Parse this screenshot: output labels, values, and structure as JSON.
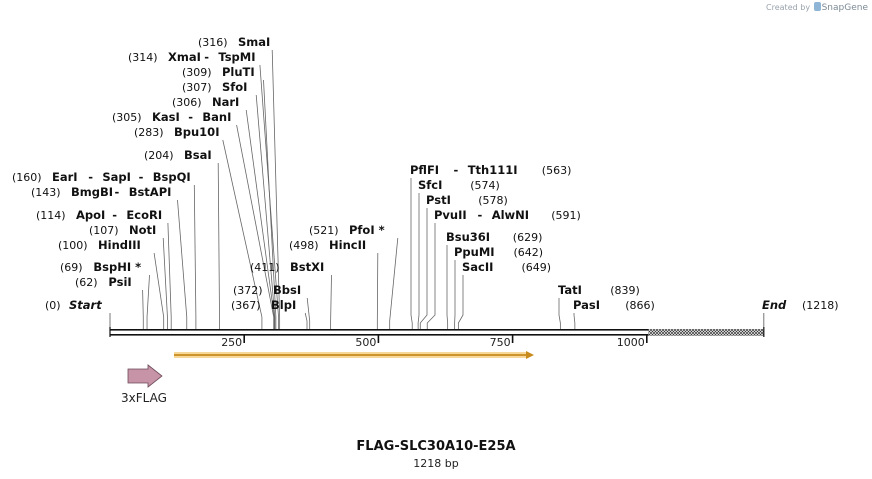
{
  "credit": {
    "prefix": "Created by",
    "brand": "SnapGene"
  },
  "map_title": "FLAG-SLC30A10-E25A",
  "map_subtitle": "1218 bp",
  "start_label": "Start",
  "start_pos": "(0)",
  "end_label": "End",
  "end_pos": "(1218)",
  "ruler": {
    "length": 1218,
    "ticks": [
      {
        "value": 250,
        "label": "250"
      },
      {
        "value": 500,
        "label": "500"
      },
      {
        "value": 750,
        "label": "750"
      },
      {
        "value": 1000,
        "label": "1000"
      }
    ]
  },
  "features": [
    {
      "name": "3xFLAG",
      "start": 35,
      "end": 100,
      "color": "#c793a6",
      "type": "arrow"
    },
    {
      "name": "",
      "start": 120,
      "end": 795,
      "color": "#f2be5c",
      "type": "orf"
    }
  ],
  "left_sites": [
    {
      "names": [
        "SmaI"
      ],
      "pos": "(316)",
      "cut": 316
    },
    {
      "names": [
        "XmaI",
        "TspMI"
      ],
      "pos": "(314)",
      "cut": 314
    },
    {
      "names": [
        "PluTI"
      ],
      "pos": "(309)",
      "cut": 309
    },
    {
      "names": [
        "SfoI"
      ],
      "pos": "(307)",
      "cut": 307
    },
    {
      "names": [
        "NarI"
      ],
      "pos": "(306)",
      "cut": 306
    },
    {
      "names": [
        "KasI",
        "BanI"
      ],
      "pos": "(305)",
      "cut": 305
    },
    {
      "names": [
        "Bpu10I"
      ],
      "pos": "(283)",
      "cut": 283
    },
    {
      "names": [
        "BsaI"
      ],
      "pos": "(204)",
      "cut": 204
    },
    {
      "names": [
        "EarI",
        "SapI",
        "BspQI"
      ],
      "pos": "(160)",
      "cut": 160
    },
    {
      "names": [
        "BmgBI",
        "BstAPI"
      ],
      "pos": "(143)",
      "cut": 143
    },
    {
      "names": [
        "ApoI",
        "EcoRI"
      ],
      "pos": "(114)",
      "cut": 114
    },
    {
      "names": [
        "NotI"
      ],
      "pos": "(107)",
      "cut": 107
    },
    {
      "names": [
        "HindIII"
      ],
      "pos": "(100)",
      "cut": 100
    },
    {
      "names": [
        "BspHI *"
      ],
      "pos": "(69)",
      "cut": 69
    },
    {
      "names": [
        "PsiI"
      ],
      "pos": "(62)",
      "cut": 62
    }
  ],
  "mid_sites": [
    {
      "names": [
        "PfoI *"
      ],
      "pos": "(521)",
      "cut": 521
    },
    {
      "names": [
        "HincII"
      ],
      "pos": "(498)",
      "cut": 498
    },
    {
      "names": [
        "BstXI"
      ],
      "pos": "(411)",
      "cut": 411
    },
    {
      "names": [
        "BbsI"
      ],
      "pos": "(372)",
      "cut": 372
    },
    {
      "names": [
        "BlpI"
      ],
      "pos": "(367)",
      "cut": 367
    }
  ],
  "right_sites": [
    {
      "names": [
        "PflFI",
        "Tth111I"
      ],
      "pos": "(563)",
      "cut": 563
    },
    {
      "names": [
        "SfcI"
      ],
      "pos": "(574)",
      "cut": 574
    },
    {
      "names": [
        "PstI"
      ],
      "pos": "(578)",
      "cut": 578
    },
    {
      "names": [
        "PvuII",
        "AlwNI"
      ],
      "pos": "(591)",
      "cut": 591
    },
    {
      "names": [
        "Bsu36I"
      ],
      "pos": "(629)",
      "cut": 629
    },
    {
      "names": [
        "PpuMI"
      ],
      "pos": "(642)",
      "cut": 642
    },
    {
      "names": [
        "SacII"
      ],
      "pos": "(649)",
      "cut": 649
    },
    {
      "names": [
        "TatI"
      ],
      "pos": "(839)",
      "cut": 839
    },
    {
      "names": [
        "PasI"
      ],
      "pos": "(866)",
      "cut": 866
    }
  ]
}
